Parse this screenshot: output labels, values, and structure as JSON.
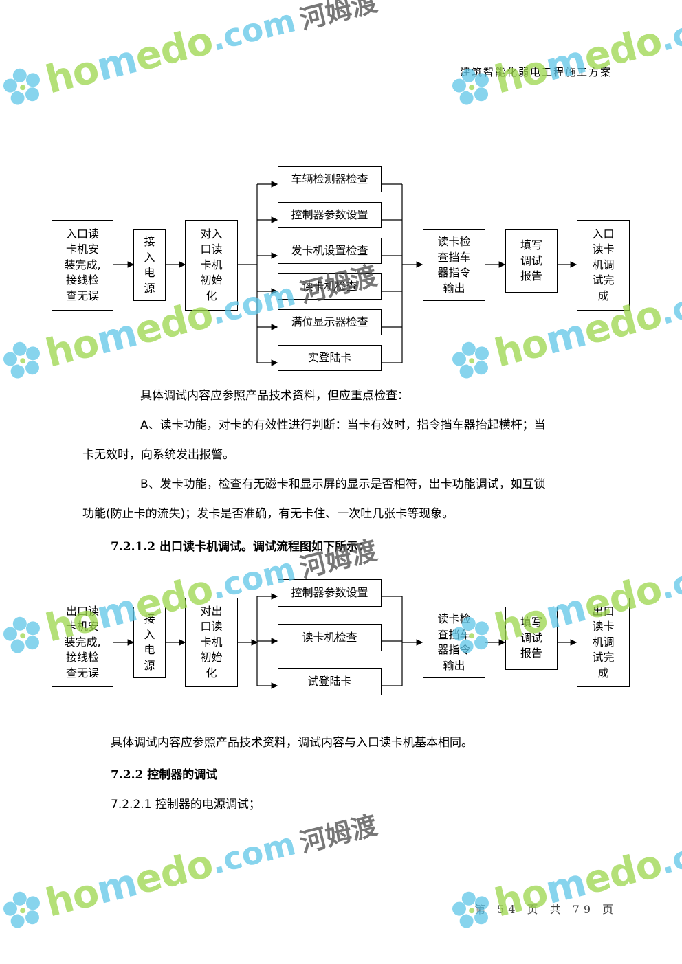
{
  "header": {
    "title": "建筑智能化弱电工程施工方案"
  },
  "flow1": {
    "start": "入口读\n卡机安\n装完成,\n接线检\n查无误",
    "power": "接\n入\n电\n源",
    "init": "对入\n口读\n卡机\n初始\n化",
    "checks": [
      "车辆检测器检查",
      "控制器参数设置",
      "发卡机设置检查",
      "读卡机检查",
      "满位显示器检查",
      "实登陆卡"
    ],
    "output": "读卡检\n查挡车\n器指令\n输出",
    "report": "填写\n调试\n报告",
    "done": "入口\n读卡\n机调\n试完\n成"
  },
  "para1": "具体调试内容应参照产品技术资料，但应重点检查：",
  "para2a": "A、读卡功能，对卡的有效性进行判断：当卡有效时，指令挡车器抬起横杆；当",
  "para2b": "卡无效时，向系统发出报警。",
  "para3a": "B、发卡功能，检查有无磁卡和显示屏的显示是否相符，出卡功能调试，如互锁",
  "para3b": "功能(防止卡的流失)；发卡是否准确，有无卡住、一次吐几张卡等现象。",
  "heading1": "7.2.1.2 出口读卡机调试。调试流程图如下所示：",
  "flow2": {
    "start": "出口读\n卡机安\n装完成,\n接线检\n查无误",
    "power": "接\n入\n电\n源",
    "init": "对出\n口读\n卡机\n初始\n化",
    "checks": [
      "控制器参数设置",
      "读卡机检查",
      "试登陆卡"
    ],
    "output": "读卡检\n查挡车\n器指令\n输出",
    "report": "填写\n调试\n报告",
    "done": "出口\n读卡\n机调\n试完\n成"
  },
  "para4": "具体调试内容应参照产品技术资料，调试内容与入口读卡机基本相同。",
  "heading2": "7.2.2 控制器的调试",
  "para5": "7.2.2.1 控制器的电源调试；",
  "footer": "第 54 页 共 79 页",
  "watermark": {
    "word_a": "ho",
    "word_m": "m",
    "word_b": "edo",
    "dotcom": ".com",
    "cn": "河姆渡"
  },
  "colors": {
    "wm_green": "#9bd64b",
    "wm_blue": "#5fc6e8"
  }
}
